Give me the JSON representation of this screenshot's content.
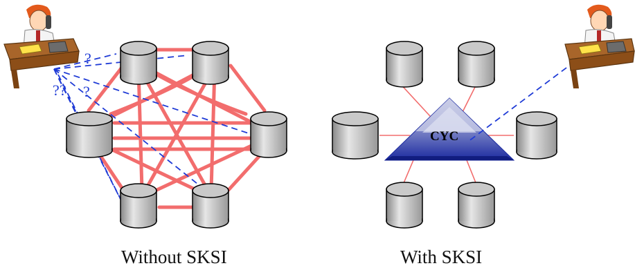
{
  "left_panel": {
    "caption": "Without SKSI",
    "question_marks": [
      "?",
      "?",
      "?",
      "?"
    ]
  },
  "right_panel": {
    "caption": "With SKSI",
    "hub_label": "CYC"
  },
  "icons": {
    "operator": "person-at-desk-phone-icon",
    "database": "database-cylinder-icon",
    "hub": "cyc-pyramid-icon"
  },
  "colors": {
    "link": "#f26d6d",
    "query": "#1f3bd6",
    "cylinder_fill": "#bdbdbd",
    "hub_fill": "#2a3fb0"
  }
}
